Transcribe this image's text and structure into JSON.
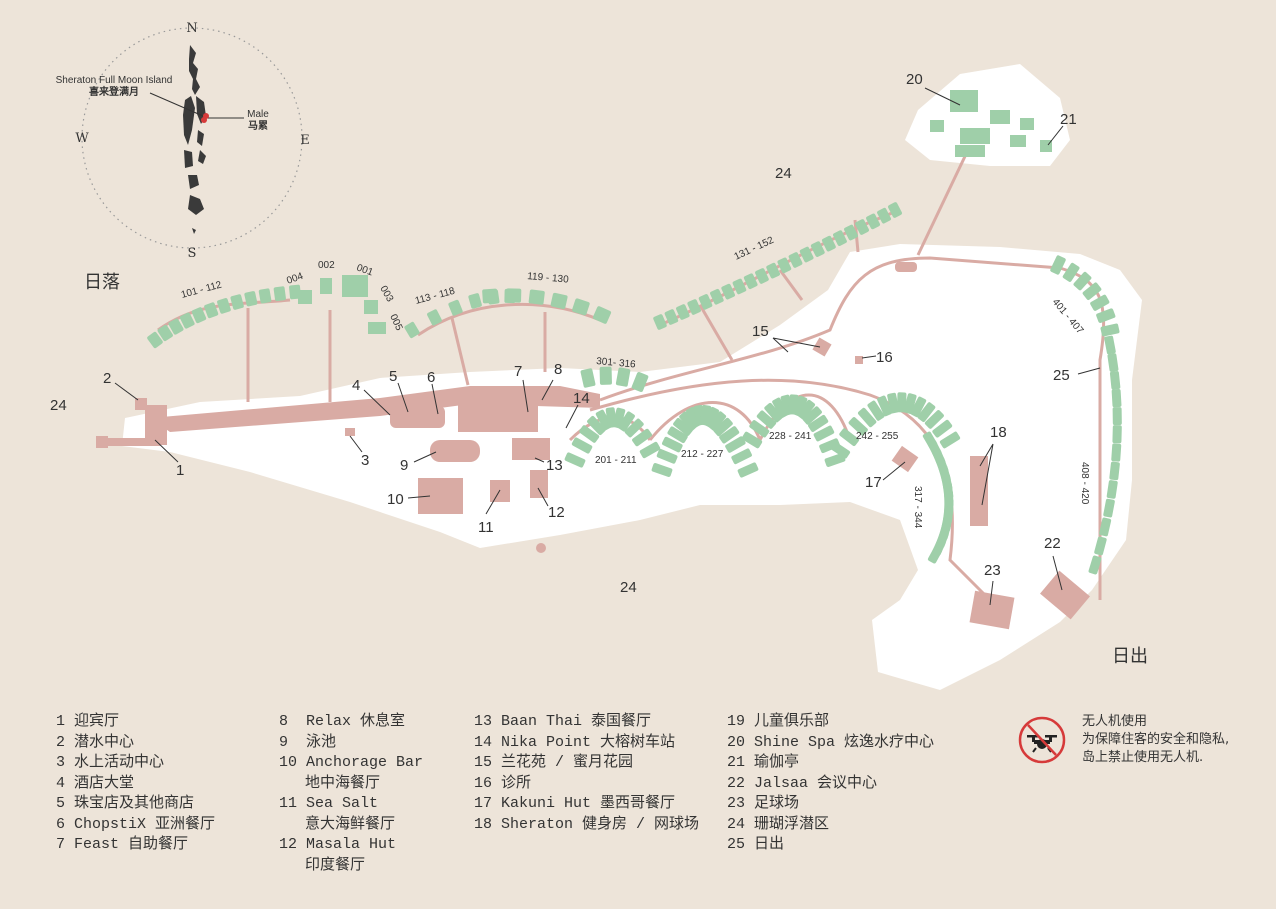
{
  "colors": {
    "sea": "#ede4d9",
    "land": "#ffffff",
    "path": "#d9aba4",
    "villa": "#9fcfa9",
    "text": "#333333",
    "accent": "#d63a3a"
  },
  "compass": {
    "n": "N",
    "s": "S",
    "e": "E",
    "w": "W",
    "resort_en": "Sheraton Full Moon Island",
    "resort_cn": "喜来登满月",
    "male_en": "Male",
    "male_cn": "马累"
  },
  "map": {
    "sunset": "日落",
    "sunrise": "日出",
    "markers": [
      "1",
      "2",
      "3",
      "4",
      "5",
      "6",
      "7",
      "8",
      "9",
      "10",
      "11",
      "12",
      "13",
      "14",
      "15",
      "16",
      "17",
      "18",
      "20",
      "21",
      "22",
      "23",
      "24",
      "25"
    ],
    "villa_ranges": {
      "r101": "101 - 112",
      "r004": "004",
      "r002": "002",
      "r001": "001",
      "r003": "003",
      "r005": "005",
      "r113": "113 - 118",
      "r119": "119 - 130",
      "r131": "131 - 152",
      "r301": "301- 316",
      "r201": "201 - 211",
      "r212": "212 - 227",
      "r228": "228 - 241",
      "r242": "242 - 255",
      "r317": "317 - 344",
      "r401": "401 - 407",
      "r408": "408 - 420"
    }
  },
  "legend": {
    "col1": [
      "1 迎宾厅",
      "2 潜水中心",
      "3 水上活动中心",
      "4 酒店大堂",
      "5 珠宝店及其他商店",
      "6 ChopstiX 亚洲餐厅",
      "7 Feast 自助餐厅"
    ],
    "col2": [
      "8  Relax 休息室",
      "9  泳池",
      "10 Anchorage Bar",
      "地中海餐厅",
      "11 Sea Salt",
      "意大海鲜餐厅",
      "12 Masala Hut",
      "印度餐厅"
    ],
    "col3": [
      "13 Baan Thai 泰国餐厅",
      "14 Nika Point 大榕树车站",
      "15 兰花苑 / 蜜月花园",
      "16 诊所",
      "17 Kakuni Hut 墨西哥餐厅",
      "18 Sheraton 健身房 / 网球场"
    ],
    "col4": [
      "19 儿童俱乐部",
      "20 Shine Spa 炫逸水疗中心",
      "21 瑜伽亭",
      "22 Jalsaa 会议中心",
      "23 足球场",
      "24 珊瑚浮潜区",
      "25 日出"
    ]
  },
  "drone_notice": {
    "title": "无人机使用",
    "line1": "为保障住客的安全和隐私,",
    "line2": "岛上禁止使用无人机."
  }
}
